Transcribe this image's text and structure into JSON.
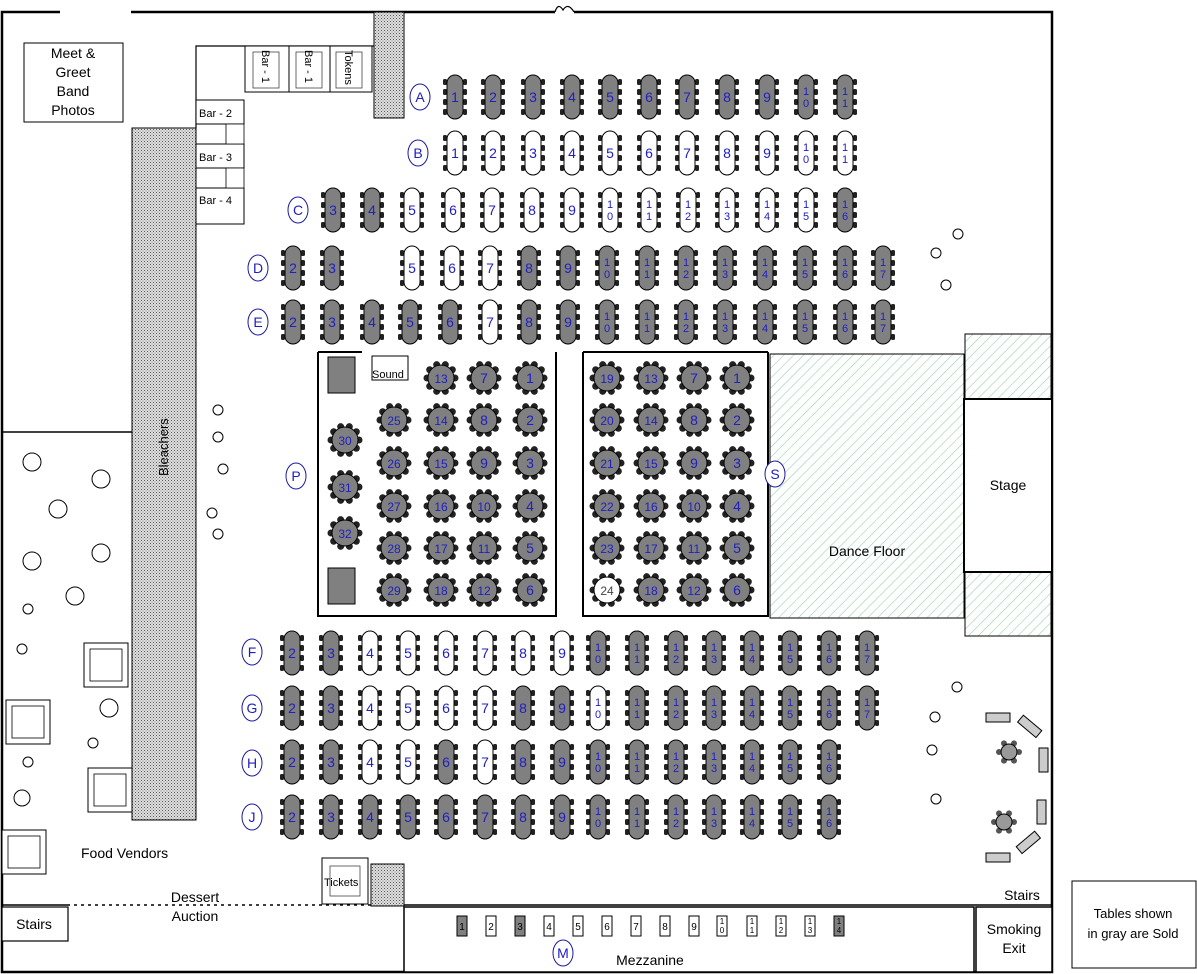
{
  "labels": {
    "meet_greet": [
      "Meet &",
      "Greet",
      "Band",
      "Photos"
    ],
    "bar1": "Bar - 1",
    "tokens": "Tokens",
    "bar2": "Bar - 2",
    "bar3": "Bar - 3",
    "bar4": "Bar - 4",
    "bleachers": "Bleachers",
    "sound": "Sound",
    "dance_floor": "Dance Floor",
    "stage": "Stage",
    "food_vendors": "Food Vendors",
    "dessert_auction": [
      "Dessert",
      "Auction"
    ],
    "tickets": "Tickets",
    "stairs": "Stairs",
    "mezzanine": "Mezzanine",
    "smoking_exit": [
      "Smoking",
      "Exit"
    ],
    "legend": [
      "Tables shown",
      "in gray are Sold"
    ]
  },
  "row_markers": {
    "A": "A",
    "B": "B",
    "C": "C",
    "D": "D",
    "E": "E",
    "F": "F",
    "G": "G",
    "H": "H",
    "J": "J",
    "P": "P",
    "S": "S",
    "M": "M"
  },
  "colors": {
    "sold": "#808080",
    "available": "#ffffff",
    "text": "#2020c0",
    "hatch": "#9bd0b0",
    "line": "#000000"
  },
  "rows": [
    {
      "name": "A",
      "tables": [
        {
          "n": "1",
          "sold": true
        },
        {
          "n": "2",
          "sold": true
        },
        {
          "n": "3",
          "sold": true
        },
        {
          "n": "4",
          "sold": true
        },
        {
          "n": "5",
          "sold": true
        },
        {
          "n": "6",
          "sold": true
        },
        {
          "n": "7",
          "sold": true
        },
        {
          "n": "8",
          "sold": true
        },
        {
          "n": "9",
          "sold": true
        },
        {
          "n": "10",
          "sold": true
        },
        {
          "n": "11",
          "sold": true
        }
      ]
    },
    {
      "name": "B",
      "tables": [
        {
          "n": "1",
          "sold": false
        },
        {
          "n": "2",
          "sold": false
        },
        {
          "n": "3",
          "sold": false
        },
        {
          "n": "4",
          "sold": false
        },
        {
          "n": "5",
          "sold": false
        },
        {
          "n": "6",
          "sold": false
        },
        {
          "n": "7",
          "sold": false
        },
        {
          "n": "8",
          "sold": false
        },
        {
          "n": "9",
          "sold": false
        },
        {
          "n": "10",
          "sold": false
        },
        {
          "n": "11",
          "sold": false
        }
      ]
    },
    {
      "name": "C",
      "tables": [
        {
          "n": "3",
          "sold": true
        },
        {
          "n": "4",
          "sold": true
        },
        {
          "n": "5",
          "sold": false
        },
        {
          "n": "6",
          "sold": false
        },
        {
          "n": "7",
          "sold": false
        },
        {
          "n": "8",
          "sold": false
        },
        {
          "n": "9",
          "sold": false
        },
        {
          "n": "10",
          "sold": false
        },
        {
          "n": "11",
          "sold": false
        },
        {
          "n": "12",
          "sold": false
        },
        {
          "n": "13",
          "sold": false
        },
        {
          "n": "14",
          "sold": false
        },
        {
          "n": "15",
          "sold": false
        },
        {
          "n": "16",
          "sold": true
        }
      ]
    },
    {
      "name": "D",
      "tables": [
        {
          "n": "2",
          "sold": true
        },
        {
          "n": "3",
          "sold": true
        },
        {
          "n": "5",
          "sold": false
        },
        {
          "n": "6",
          "sold": false
        },
        {
          "n": "7",
          "sold": false
        },
        {
          "n": "8",
          "sold": true
        },
        {
          "n": "9",
          "sold": true
        },
        {
          "n": "10",
          "sold": true
        },
        {
          "n": "11",
          "sold": true
        },
        {
          "n": "12",
          "sold": true
        },
        {
          "n": "13",
          "sold": true
        },
        {
          "n": "14",
          "sold": true
        },
        {
          "n": "15",
          "sold": true
        },
        {
          "n": "16",
          "sold": true
        },
        {
          "n": "17",
          "sold": true
        }
      ]
    },
    {
      "name": "E",
      "tables": [
        {
          "n": "2",
          "sold": true
        },
        {
          "n": "3",
          "sold": true
        },
        {
          "n": "4",
          "sold": true
        },
        {
          "n": "5",
          "sold": true
        },
        {
          "n": "6",
          "sold": true
        },
        {
          "n": "7",
          "sold": false
        },
        {
          "n": "8",
          "sold": true
        },
        {
          "n": "9",
          "sold": true
        },
        {
          "n": "10",
          "sold": true
        },
        {
          "n": "11",
          "sold": true
        },
        {
          "n": "12",
          "sold": true
        },
        {
          "n": "13",
          "sold": true
        },
        {
          "n": "14",
          "sold": true
        },
        {
          "n": "15",
          "sold": true
        },
        {
          "n": "16",
          "sold": true
        },
        {
          "n": "17",
          "sold": true
        }
      ]
    },
    {
      "name": "F",
      "tables": [
        {
          "n": "2",
          "sold": true
        },
        {
          "n": "3",
          "sold": true
        },
        {
          "n": "4",
          "sold": false
        },
        {
          "n": "5",
          "sold": false
        },
        {
          "n": "6",
          "sold": false
        },
        {
          "n": "7",
          "sold": false
        },
        {
          "n": "8",
          "sold": false
        },
        {
          "n": "9",
          "sold": false
        },
        {
          "n": "10",
          "sold": true
        },
        {
          "n": "11",
          "sold": true
        },
        {
          "n": "12",
          "sold": true
        },
        {
          "n": "13",
          "sold": true
        },
        {
          "n": "14",
          "sold": true
        },
        {
          "n": "15",
          "sold": true
        },
        {
          "n": "16",
          "sold": true
        },
        {
          "n": "17",
          "sold": true
        }
      ]
    },
    {
      "name": "G",
      "tables": [
        {
          "n": "2",
          "sold": true
        },
        {
          "n": "3",
          "sold": true
        },
        {
          "n": "4",
          "sold": false
        },
        {
          "n": "5",
          "sold": false
        },
        {
          "n": "6",
          "sold": false
        },
        {
          "n": "7",
          "sold": false
        },
        {
          "n": "8",
          "sold": true
        },
        {
          "n": "9",
          "sold": true
        },
        {
          "n": "10",
          "sold": false
        },
        {
          "n": "11",
          "sold": true
        },
        {
          "n": "12",
          "sold": true
        },
        {
          "n": "13",
          "sold": true
        },
        {
          "n": "14",
          "sold": true
        },
        {
          "n": "15",
          "sold": true
        },
        {
          "n": "16",
          "sold": true
        },
        {
          "n": "17",
          "sold": true
        }
      ]
    },
    {
      "name": "H",
      "tables": [
        {
          "n": "2",
          "sold": true
        },
        {
          "n": "3",
          "sold": true
        },
        {
          "n": "4",
          "sold": false
        },
        {
          "n": "5",
          "sold": false
        },
        {
          "n": "6",
          "sold": true
        },
        {
          "n": "7",
          "sold": false
        },
        {
          "n": "8",
          "sold": true
        },
        {
          "n": "9",
          "sold": true
        },
        {
          "n": "10",
          "sold": true
        },
        {
          "n": "11",
          "sold": true
        },
        {
          "n": "12",
          "sold": true
        },
        {
          "n": "13",
          "sold": true
        },
        {
          "n": "14",
          "sold": true
        },
        {
          "n": "15",
          "sold": true
        },
        {
          "n": "16",
          "sold": true
        }
      ]
    },
    {
      "name": "J",
      "tables": [
        {
          "n": "2",
          "sold": true
        },
        {
          "n": "3",
          "sold": true
        },
        {
          "n": "4",
          "sold": true
        },
        {
          "n": "5",
          "sold": true
        },
        {
          "n": "6",
          "sold": true
        },
        {
          "n": "7",
          "sold": true
        },
        {
          "n": "8",
          "sold": true
        },
        {
          "n": "9",
          "sold": true
        },
        {
          "n": "10",
          "sold": true
        },
        {
          "n": "11",
          "sold": true
        },
        {
          "n": "12",
          "sold": true
        },
        {
          "n": "13",
          "sold": true
        },
        {
          "n": "14",
          "sold": true
        },
        {
          "n": "15",
          "sold": true
        },
        {
          "n": "16",
          "sold": true
        }
      ]
    }
  ],
  "rounds": [
    {
      "n": "13",
      "sold": true
    },
    {
      "n": "7",
      "sold": true
    },
    {
      "n": "1",
      "sold": true
    },
    {
      "n": "25",
      "sold": true
    },
    {
      "n": "14",
      "sold": true
    },
    {
      "n": "8",
      "sold": true
    },
    {
      "n": "2",
      "sold": true
    },
    {
      "n": "26",
      "sold": true
    },
    {
      "n": "15",
      "sold": true
    },
    {
      "n": "9",
      "sold": true
    },
    {
      "n": "3",
      "sold": true
    },
    {
      "n": "27",
      "sold": true
    },
    {
      "n": "16",
      "sold": true
    },
    {
      "n": "10",
      "sold": true
    },
    {
      "n": "4",
      "sold": true
    },
    {
      "n": "28",
      "sold": true
    },
    {
      "n": "17",
      "sold": true
    },
    {
      "n": "11",
      "sold": true
    },
    {
      "n": "5",
      "sold": true
    },
    {
      "n": "29",
      "sold": true
    },
    {
      "n": "18",
      "sold": true
    },
    {
      "n": "12",
      "sold": true
    },
    {
      "n": "6",
      "sold": true
    },
    {
      "n": "30",
      "sold": true
    },
    {
      "n": "31",
      "sold": true
    },
    {
      "n": "32",
      "sold": true
    },
    {
      "n": "19",
      "sold": true
    },
    {
      "n": "13",
      "sold": true
    },
    {
      "n": "7",
      "sold": true
    },
    {
      "n": "1",
      "sold": true
    },
    {
      "n": "20",
      "sold": true
    },
    {
      "n": "14",
      "sold": true
    },
    {
      "n": "8",
      "sold": true
    },
    {
      "n": "2",
      "sold": true
    },
    {
      "n": "21",
      "sold": true
    },
    {
      "n": "15",
      "sold": true
    },
    {
      "n": "9",
      "sold": true
    },
    {
      "n": "3",
      "sold": true
    },
    {
      "n": "22",
      "sold": true
    },
    {
      "n": "16",
      "sold": true
    },
    {
      "n": "10",
      "sold": true
    },
    {
      "n": "4",
      "sold": true
    },
    {
      "n": "23",
      "sold": true
    },
    {
      "n": "17",
      "sold": true
    },
    {
      "n": "11",
      "sold": true
    },
    {
      "n": "5",
      "sold": true
    },
    {
      "n": "24",
      "sold": false
    },
    {
      "n": "18",
      "sold": true
    },
    {
      "n": "12",
      "sold": true
    },
    {
      "n": "6",
      "sold": true
    }
  ],
  "mezzanine_tables": [
    {
      "n": "1",
      "sold": true
    },
    {
      "n": "2",
      "sold": false
    },
    {
      "n": "3",
      "sold": true
    },
    {
      "n": "4",
      "sold": false
    },
    {
      "n": "5",
      "sold": false
    },
    {
      "n": "6",
      "sold": false
    },
    {
      "n": "7",
      "sold": false
    },
    {
      "n": "8",
      "sold": false
    },
    {
      "n": "9",
      "sold": false
    },
    {
      "n": "10",
      "sold": false
    },
    {
      "n": "11",
      "sold": false
    },
    {
      "n": "12",
      "sold": false
    },
    {
      "n": "13",
      "sold": false
    },
    {
      "n": "14",
      "sold": true
    }
  ]
}
